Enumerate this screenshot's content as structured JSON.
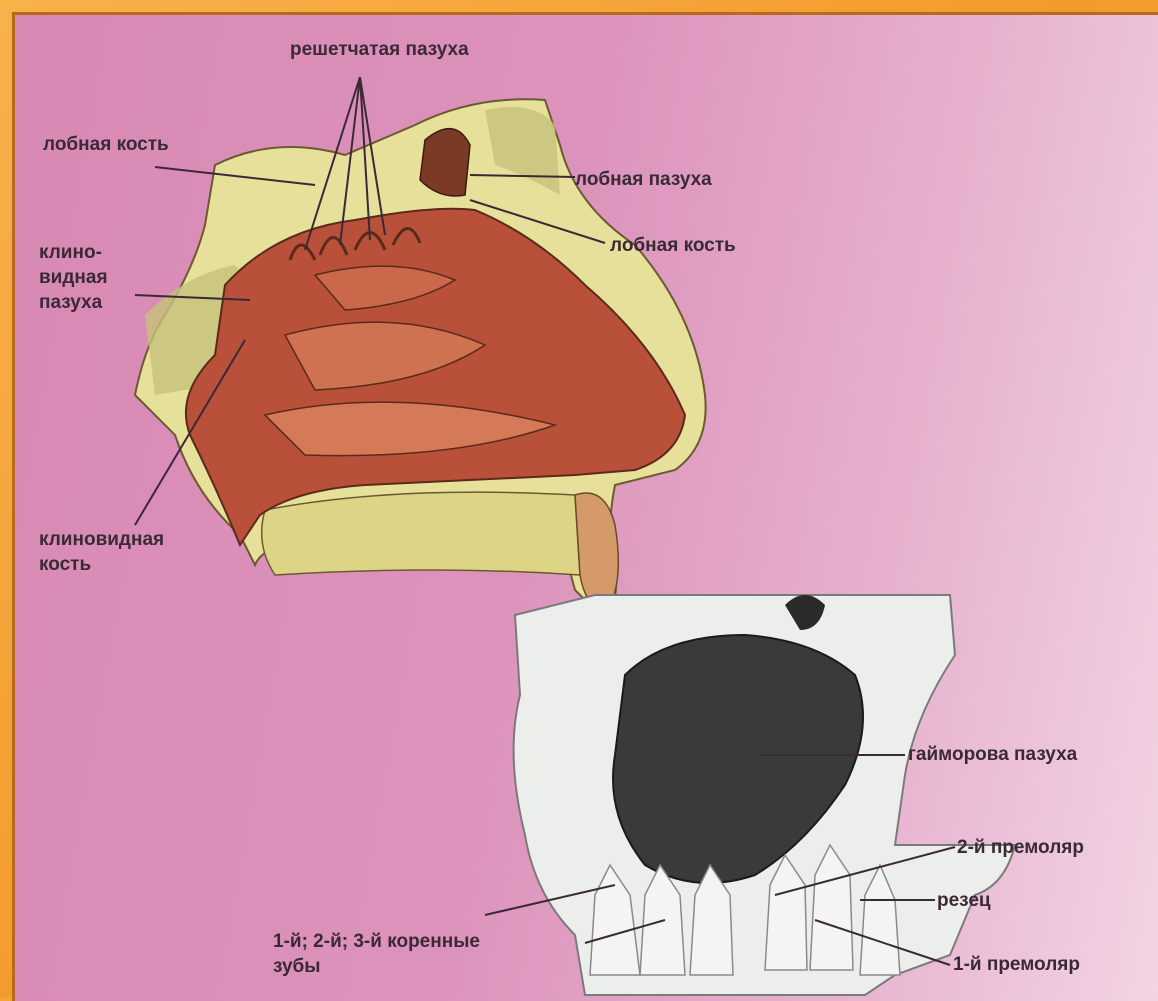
{
  "labels": {
    "ethmoid_sinus": "решетчатая пазуха",
    "frontal_bone_left": "лобная кость",
    "frontal_sinus": "лобная пазуха",
    "frontal_bone_right": "лобная кость",
    "sphenoid_sinus_line1": "клино-",
    "sphenoid_sinus_line2": "видная",
    "sphenoid_sinus_line3": "пазуха",
    "sphenoid_bone_line1": "клиновидная",
    "sphenoid_bone_line2": "кость",
    "maxillary_sinus": "гайморова пазуха",
    "second_premolar": "2-й премоляр",
    "incisor": "резец",
    "molars_line1": "1-й; 2-й; 3-й коренные",
    "molars_line2": "зубы",
    "first_premolar": "1-й премоляр"
  },
  "colors": {
    "frame": "#f39a2c",
    "background": "#d889b4",
    "nasal_cavity": "#b8503a",
    "bone": "#e8e2a0",
    "maxilla": "#e9ebe8",
    "maxillary_sinus": "#3a3a3a"
  }
}
